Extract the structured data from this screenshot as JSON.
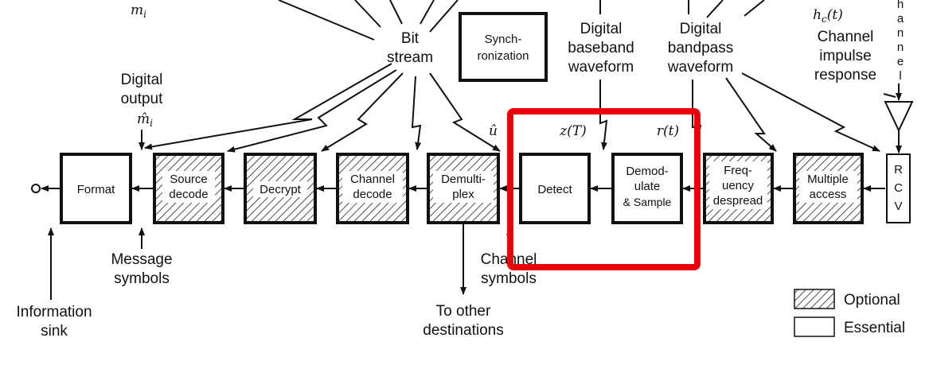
{
  "labels": {
    "m_i": "m",
    "m_i_sub": "i",
    "bit_stream_1": "Bit",
    "bit_stream_2": "stream",
    "sync_1": "Synch-",
    "sync_2": "ronization",
    "dbb_1": "Digital",
    "dbb_2": "baseband",
    "dbb_3": "waveform",
    "dbp_1": "Digital",
    "dbp_2": "bandpass",
    "dbp_3": "waveform",
    "hc": "h",
    "hc_sub": "c",
    "hc_arg": "(t)",
    "channel_1": "Channel",
    "channel_2": "impulse",
    "channel_3": "response",
    "channel_vertical": [
      "h",
      "a",
      "n",
      "n",
      "e",
      "l"
    ],
    "digital_output_1": "Digital",
    "digital_output_2": "output",
    "m_hat": "m̂",
    "m_hat_sub": "i",
    "u_hat": "û",
    "z_t": "z(T)",
    "r_t": "r(t)",
    "message_1": "Message",
    "message_2": "symbols",
    "channel_sym_1": "Channel",
    "channel_sym_2": "symbols",
    "info_sink_1": "Information",
    "info_sink_2": "sink",
    "other_dest_1": "To other",
    "other_dest_2": "destinations",
    "legend_optional": "Optional",
    "legend_essential": "Essential"
  },
  "blocks": {
    "format": "Format",
    "source_decode": [
      "Source",
      "decode"
    ],
    "decrypt": "Decrypt",
    "channel_decode": [
      "Channel",
      "decode"
    ],
    "demultiplex": [
      "Demulti-",
      "plex"
    ],
    "detect": "Detect",
    "demodulate": [
      "Demod-",
      "ulate",
      "& Sample"
    ],
    "freq_despread": [
      "Freq-",
      "uency",
      "despread"
    ],
    "multiple_access": [
      "Multiple",
      "access"
    ],
    "rcv": [
      "R",
      "C",
      "V"
    ]
  },
  "highlight_color": "#e8000b"
}
